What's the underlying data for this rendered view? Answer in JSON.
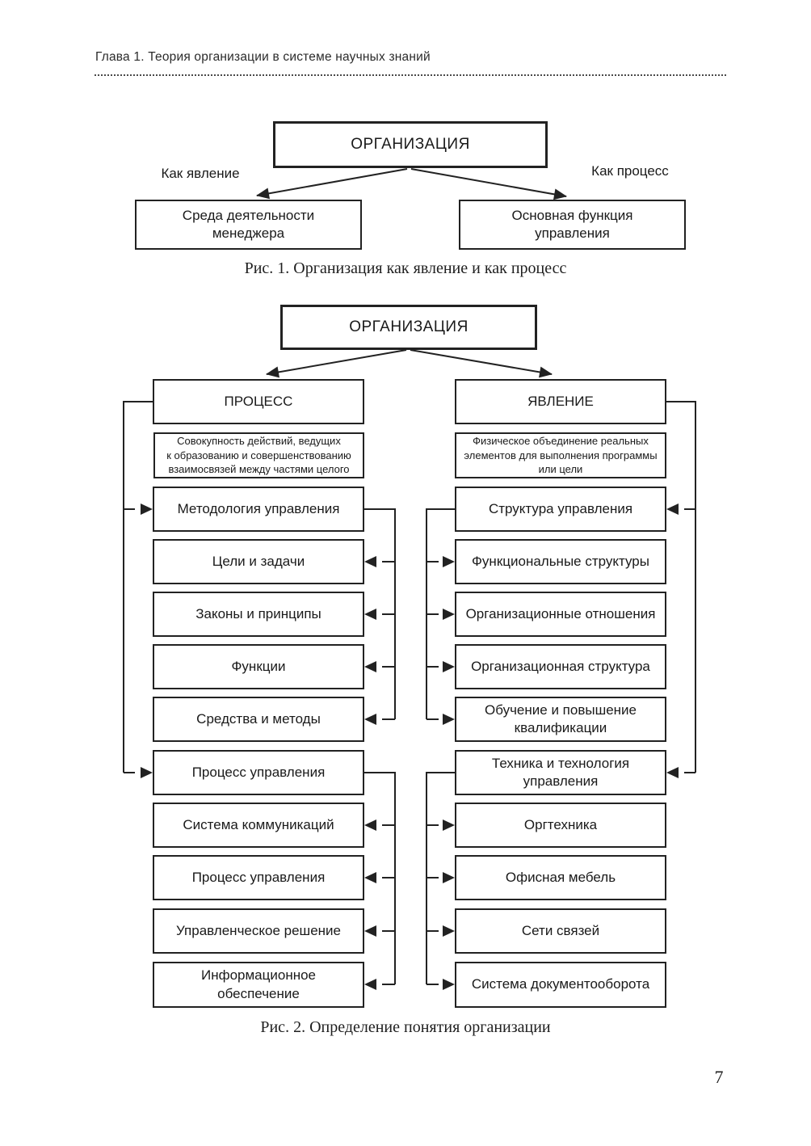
{
  "page": {
    "header": "Глава 1. Теория организации в системе научных знаний",
    "page_number": "7"
  },
  "fig1": {
    "root": "ОРГАНИЗАЦИЯ",
    "left_label": "Как явление",
    "right_label": "Как процесс",
    "left_box": [
      "Среда деятельности",
      "менеджера"
    ],
    "right_box": [
      "Основная функция",
      "управления"
    ],
    "caption": "Рис. 1. Организация как явление и как процесс"
  },
  "fig2": {
    "root": "ОРГАНИЗАЦИЯ",
    "left_header": "ПРОЦЕСС",
    "right_header": "ЯВЛЕНИЕ",
    "left_description": [
      "Совокупность действий, ведущих",
      "к образованию и совершенствованию",
      "взаимосвязей между частями целого"
    ],
    "right_description": [
      "Физическое объединение реальных",
      "элементов для выполнения программы",
      "или цели"
    ],
    "left_items": [
      "Методология управления",
      "Цели и задачи",
      "Законы и принципы",
      "Функции",
      "Средства и методы",
      "Процесс управления",
      "Система коммуникаций",
      "Процесс управления",
      "Управленческое решение",
      [
        "Информационное",
        "обеспечение"
      ]
    ],
    "right_items": [
      "Структура управления",
      "Функциональные структуры",
      "Организационные отношения",
      "Организационная структура",
      [
        "Обучение и повышение",
        "квалификации"
      ],
      [
        "Техника и технология",
        "управления"
      ],
      "Оргтехника",
      "Офисная мебель",
      "Сети связей",
      "Система документооборота"
    ],
    "caption": "Рис. 2. Определение понятия организации"
  }
}
